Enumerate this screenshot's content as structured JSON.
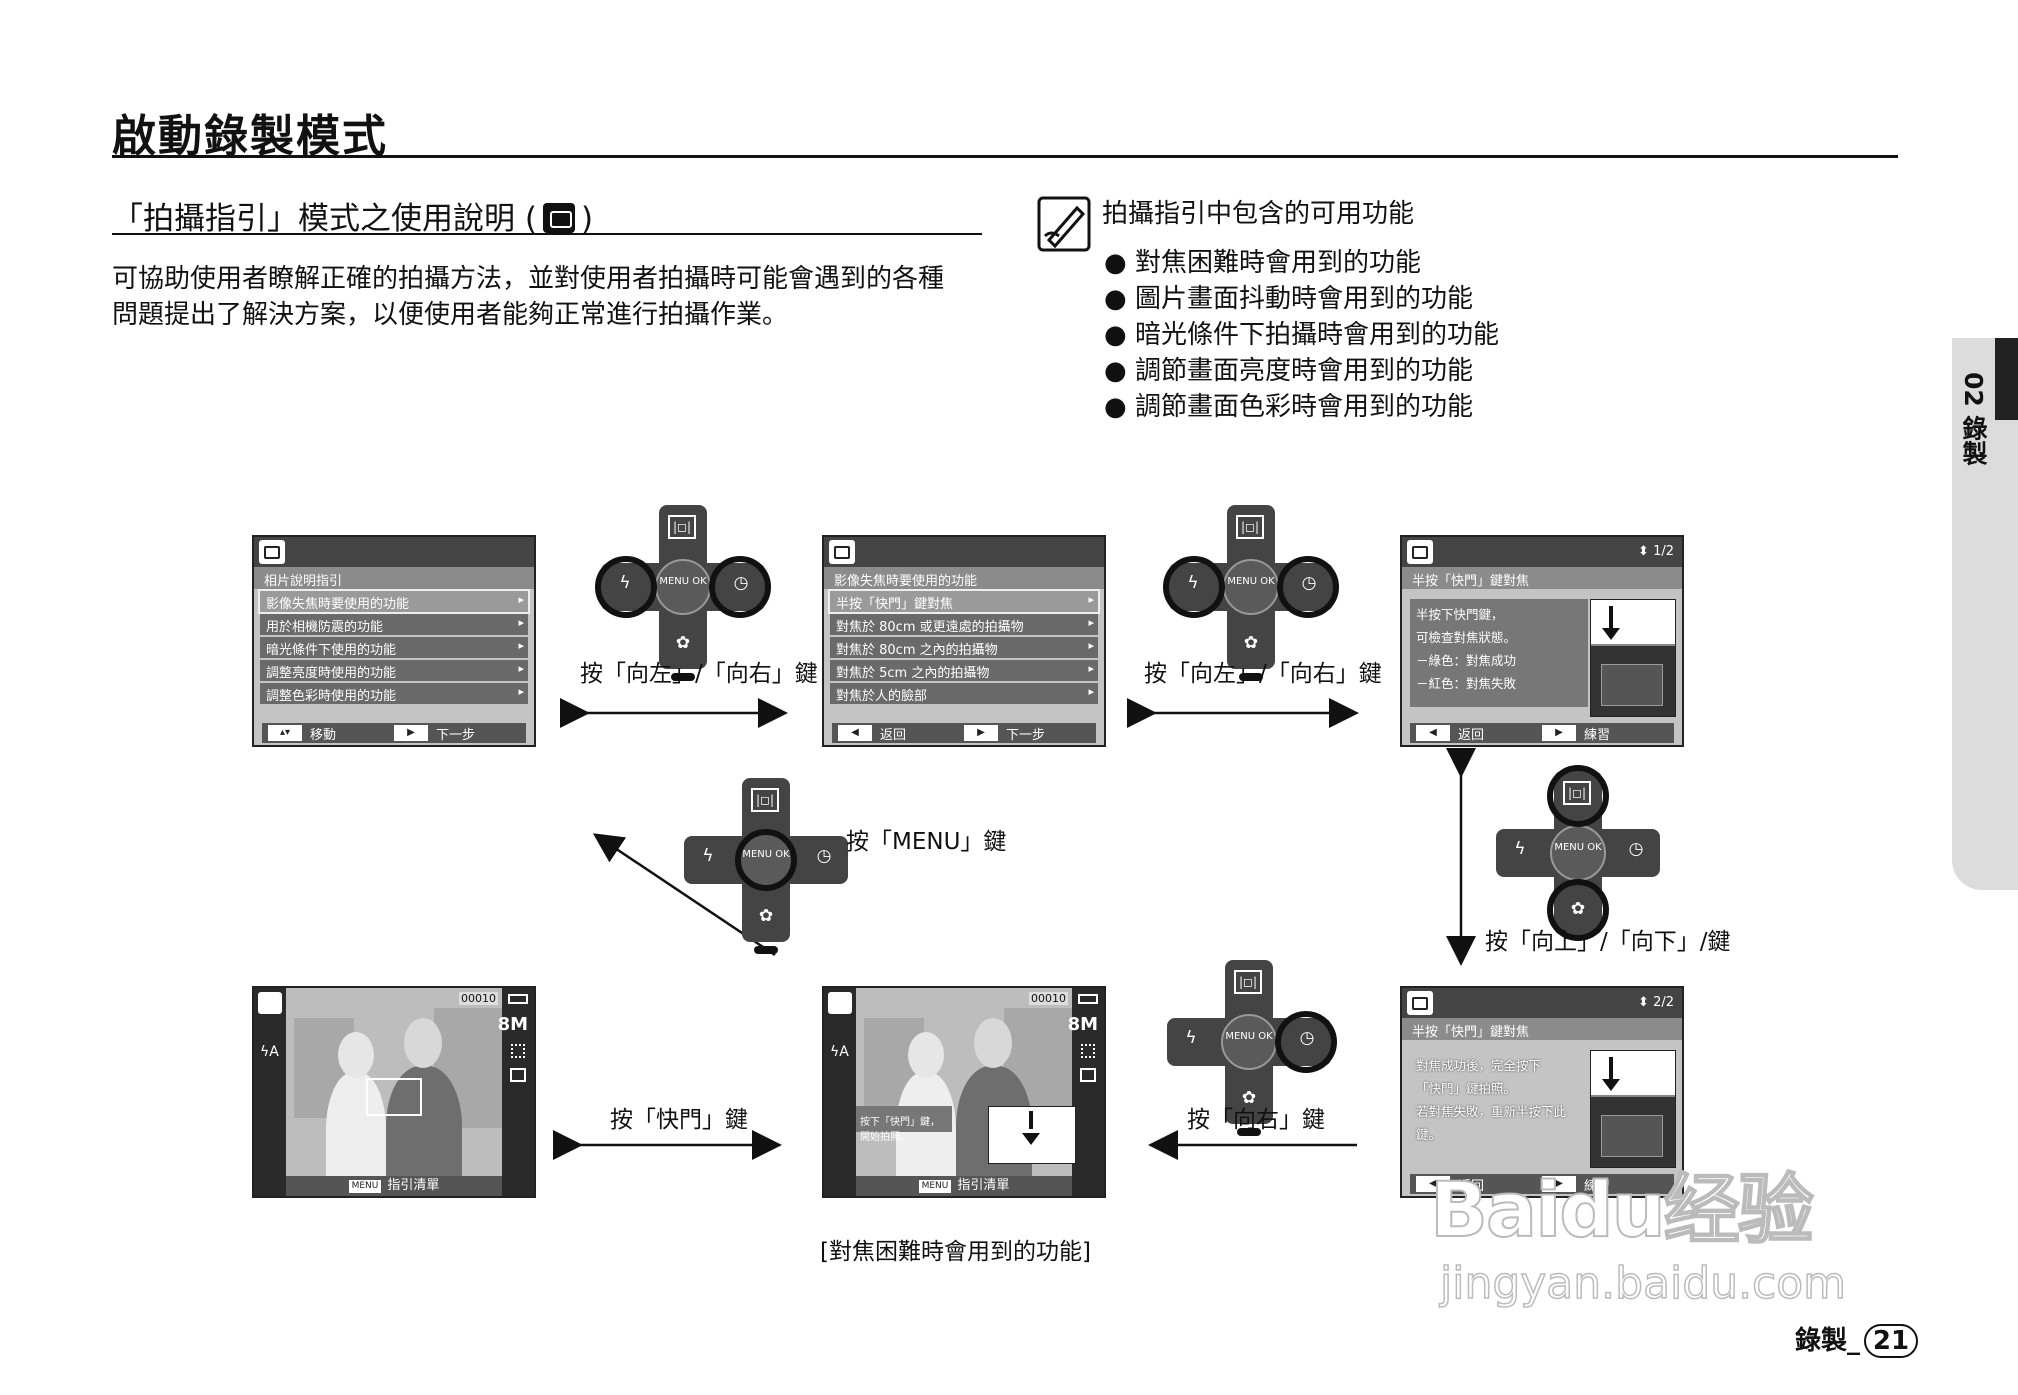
{
  "page": {
    "title": "啟動錄製模式",
    "section_title_prefix": "「拍攝指引」模式之使用說明 (",
    "section_title_suffix": ")",
    "intro_line1": "可協助使用者瞭解正確的拍攝方法，並對使用者拍攝時可能會遇到的各種",
    "intro_line2": "問題提出了解決方案，以便使用者能夠正常進行拍攝作業。",
    "side_tab": "02 錄製",
    "footer_label": "錄製_",
    "page_number": "21"
  },
  "note": {
    "title": "拍攝指引中包含的可用功能",
    "bullets": [
      "● 對焦困難時會用到的功能",
      "● 圖片畫面抖動時會用到的功能",
      "● 暗光條件下拍攝時會用到的功能",
      "●  調節畫面亮度時會用到的功能",
      "● 調節畫面色彩時會用到的功能"
    ]
  },
  "screens": {
    "s1": {
      "subtitle": "相片說明指引",
      "items": [
        "影像失焦時要使用的功能",
        "用於相機防震的功能",
        "暗光條件下使用的功能",
        "調整亮度時使用的功能",
        "調整色彩時使用的功能"
      ],
      "foot_left": "移動",
      "foot_right": "下一步"
    },
    "s2": {
      "subtitle": "影像失焦時要使用的功能",
      "items": [
        "半按「快門」鍵對焦",
        "對焦於 80cm 或更遠處的拍攝物",
        "對焦於 80cm 之內的拍攝物",
        "對焦於 5cm 之內的拍攝物",
        "對焦於人的臉部"
      ],
      "foot_left": "返回",
      "foot_right": "下一步"
    },
    "s3": {
      "page": "1/2",
      "subtitle": "半按「快門」鍵對焦",
      "lines": [
        "半按下快門鍵，",
        "可檢查對焦狀態。",
        "－綠色：對焦成功",
        "－紅色：對焦失敗"
      ],
      "foot_left": "返回",
      "foot_right": "練習"
    },
    "s4": {
      "page": "2/2",
      "subtitle": "半按「快門」鍵對焦",
      "lines": [
        "對焦成功後，完全按下",
        "「快門」鍵拍照。",
        "若對焦失敗，重新半按下此鍵。"
      ],
      "foot_left": "返回",
      "foot_right": "練習"
    },
    "s5": {
      "count": "00010",
      "size": "8M",
      "flash": "ϟA",
      "menu_chip": "MENU",
      "foot": "指引清單"
    },
    "s6": {
      "count": "00010",
      "size": "8M",
      "flash": "ϟA",
      "hint": "按下「快門」鍵，開始拍照。",
      "menu_chip": "MENU",
      "foot": "指引清單",
      "caption": "[對焦困難時會用到的功能]"
    }
  },
  "dpad": {
    "center": "MENU OK",
    "up": "|◻|",
    "left": "ϟ",
    "right": "◷",
    "down": "✿"
  },
  "captions": {
    "left_right_1": "按「向左」/「向右」鍵",
    "left_right_2": "按「向左」/「向右」鍵",
    "menu": "按「MENU」鍵",
    "up_down": "按「向上」/「向下」/鍵",
    "right": "按「向右」鍵",
    "shutter": "按「快門」鍵"
  },
  "watermark": {
    "brand": "Baidu经验",
    "url": "jingyan.baidu.com"
  }
}
